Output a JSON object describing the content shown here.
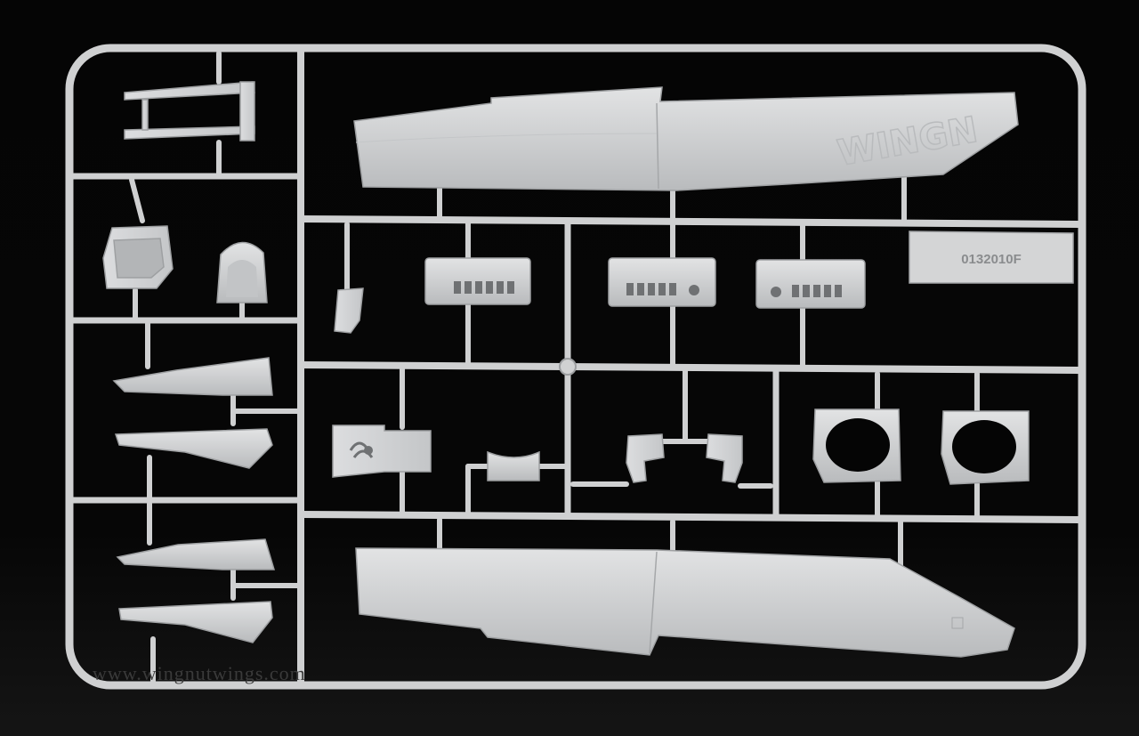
{
  "photo": {
    "part_code": "0132010F",
    "molded_logo": "WINGN",
    "watermark": "www.wingnutwings.com"
  },
  "colors": {
    "background": "#000000",
    "plastic": "#d9dadb",
    "plastic_shadow": "#a9abad",
    "sprue": "#cfd0d1"
  }
}
